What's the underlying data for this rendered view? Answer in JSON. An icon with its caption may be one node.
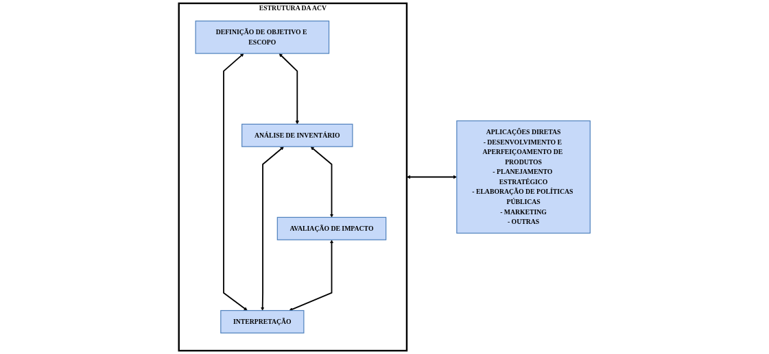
{
  "diagram": {
    "nodes": [
      {
        "text": [
          "ESTRUTURA DA ACV"
        ]
      },
      {
        "text": [
          "DEFINIÇÃO DE OBJETIVO E ESCOPO"
        ],
        "in": 0
      },
      {
        "text": [
          "ANÁLISE DE INVENTÁRIO"
        ],
        "in": 0
      },
      {
        "text": [
          "AVALIAÇÃO DE IMPACTO"
        ],
        "in": 0
      },
      {
        "text": [
          "INTERPRETAÇÃO"
        ],
        "in": 0
      },
      {
        "text": [
          "APLICAÇÕES DIRETAS",
          "- DESENVOLVIMENTO E APERFEIÇOAMENTO DE PRODUTOS",
          "- PLANEJAMENTO ESTRATÉGICO",
          "- ELABORAÇÃO DE POLÍTICAS PÚBLICAS",
          "- MARKETING",
          "- OUTRAS"
        ]
      }
    ],
    "edges": [
      {
        "from": 1,
        "to": 4,
        "arrow": "both"
      },
      {
        "from": 1,
        "to": 2,
        "arrow": "both"
      },
      {
        "from": 2,
        "to": 4,
        "arrow": "both"
      },
      {
        "from": 2,
        "to": 3,
        "arrow": "both"
      },
      {
        "from": 3,
        "to": 4,
        "arrow": "both"
      },
      {
        "from": 0,
        "to": 5,
        "arrow": "both"
      }
    ]
  }
}
